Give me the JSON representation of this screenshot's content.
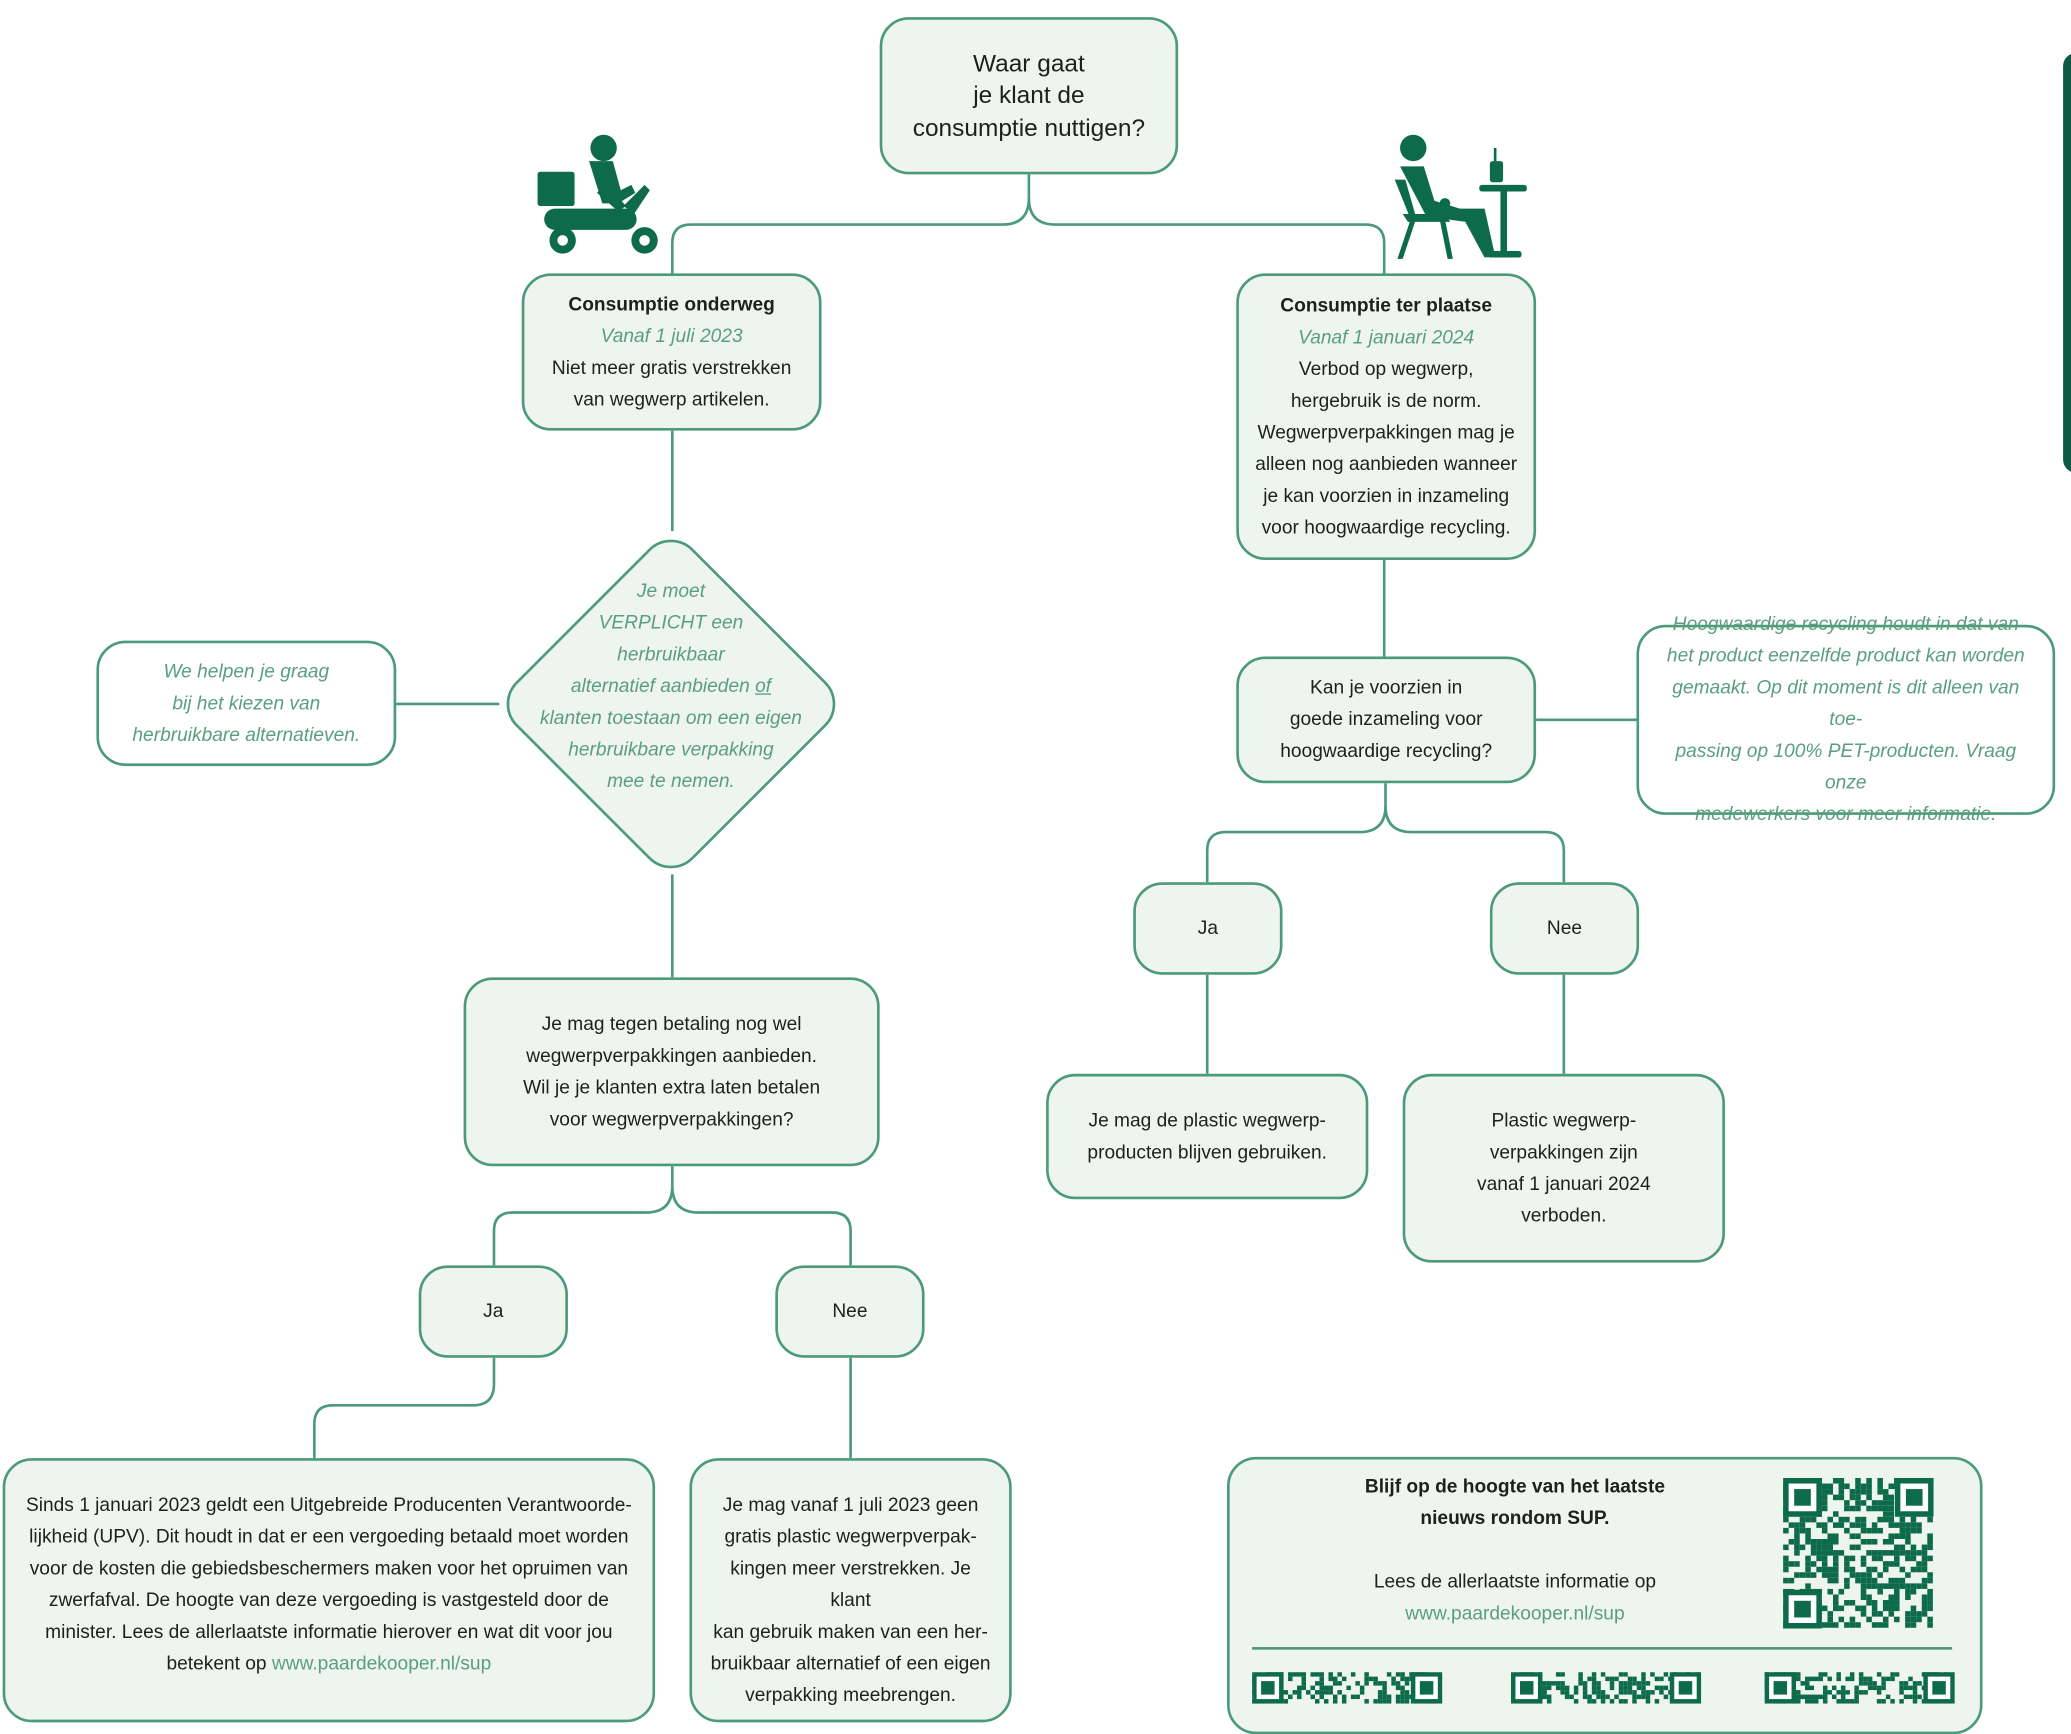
{
  "root": {
    "lines": [
      "Waar gaat",
      "je klant de",
      "consumptie nuttigen?"
    ]
  },
  "left": {
    "title": "Consumptie onderweg",
    "date": "Vanaf 1 juli 2023",
    "lines": [
      "Niet meer gratis verstrekken",
      "van wegwerp artikelen."
    ],
    "diamond_lines": [
      "Je moet",
      "VERPLICHT een",
      "herbruikbaar",
      "alternatief aanbieden ",
      "of",
      "klanten toestaan om een eigen",
      "herbruikbare verpakking",
      "mee te nemen."
    ],
    "help_note": [
      "We helpen je graag",
      "bij het kiezen van",
      "herbruikbare alternatieven."
    ],
    "question": [
      "Je mag tegen betaling nog wel",
      "wegwerpverpakkingen aanbieden.",
      "Wil je je klanten extra laten betalen",
      "voor wegwerpverpakkingen?"
    ],
    "yes_label": "Ja",
    "no_label": "Nee",
    "yes_result": [
      "Sinds 1 januari 2023 geldt een Uitgebreide Producenten Verantwoorde-",
      "lijkheid (UPV). Dit houdt in dat er een vergoeding betaald moet worden",
      "voor de kosten die gebiedsbeschermers maken voor het opruimen van",
      "zwerfafval. De hoogte van deze vergoeding is vastgesteld door de",
      "minister. Lees de allerlaatste informatie hierover en wat dit voor jou",
      "betekent op "
    ],
    "yes_result_link": "www.paardekooper.nl/sup",
    "no_result": [
      "Je mag vanaf 1 juli 2023 geen",
      "gratis plastic wegwerpverpak-",
      "kingen meer verstrekken. Je klant",
      "kan gebruik maken van een her-",
      "bruikbaar alternatief of een eigen",
      "verpakking meebrengen."
    ]
  },
  "right": {
    "title": "Consumptie ter plaatse",
    "date": "Vanaf 1 januari 2024",
    "lines": [
      "Verbod op wegwerp,",
      "hergebruik is de norm.",
      "Wegwerpverpakkingen mag je",
      "alleen nog aanbieden wanneer",
      "je kan voorzien in inzameling",
      "voor hoogwaardige recycling."
    ],
    "question": [
      "Kan je voorzien in",
      "goede inzameling voor",
      "hoogwaardige recycling?"
    ],
    "info_note": [
      "Hoogwaardige recycling houdt in dat van",
      "het product eenzelfde product kan worden",
      "gemaakt. Op dit moment is dit alleen van toe-",
      "passing op 100% PET-producten. Vraag onze",
      "medewerkers voor meer informatie."
    ],
    "yes_label": "Ja",
    "no_label": "Nee",
    "yes_result": [
      "Je mag de plastic wegwerp-",
      "producten blijven gebruiken."
    ],
    "no_result": [
      "Plastic wegwerp-",
      "verpakkingen zijn",
      "vanaf 1 januari 2024",
      "verboden."
    ]
  },
  "news": {
    "title": [
      "Blijf op de hoogte van het laatste",
      "nieuws rondom SUP."
    ],
    "text": "Lees de allerlaatste informatie op",
    "link": "www.paardekooper.nl/sup"
  },
  "colors": {
    "accent": "#4a9a7b",
    "fill": "#eef5ee",
    "note_text": "#5a9e82",
    "icon": "#0d6b4c"
  },
  "icons": [
    "scooter-delivery-icon",
    "person-sitting-at-table-icon",
    "qr-code-icon"
  ]
}
